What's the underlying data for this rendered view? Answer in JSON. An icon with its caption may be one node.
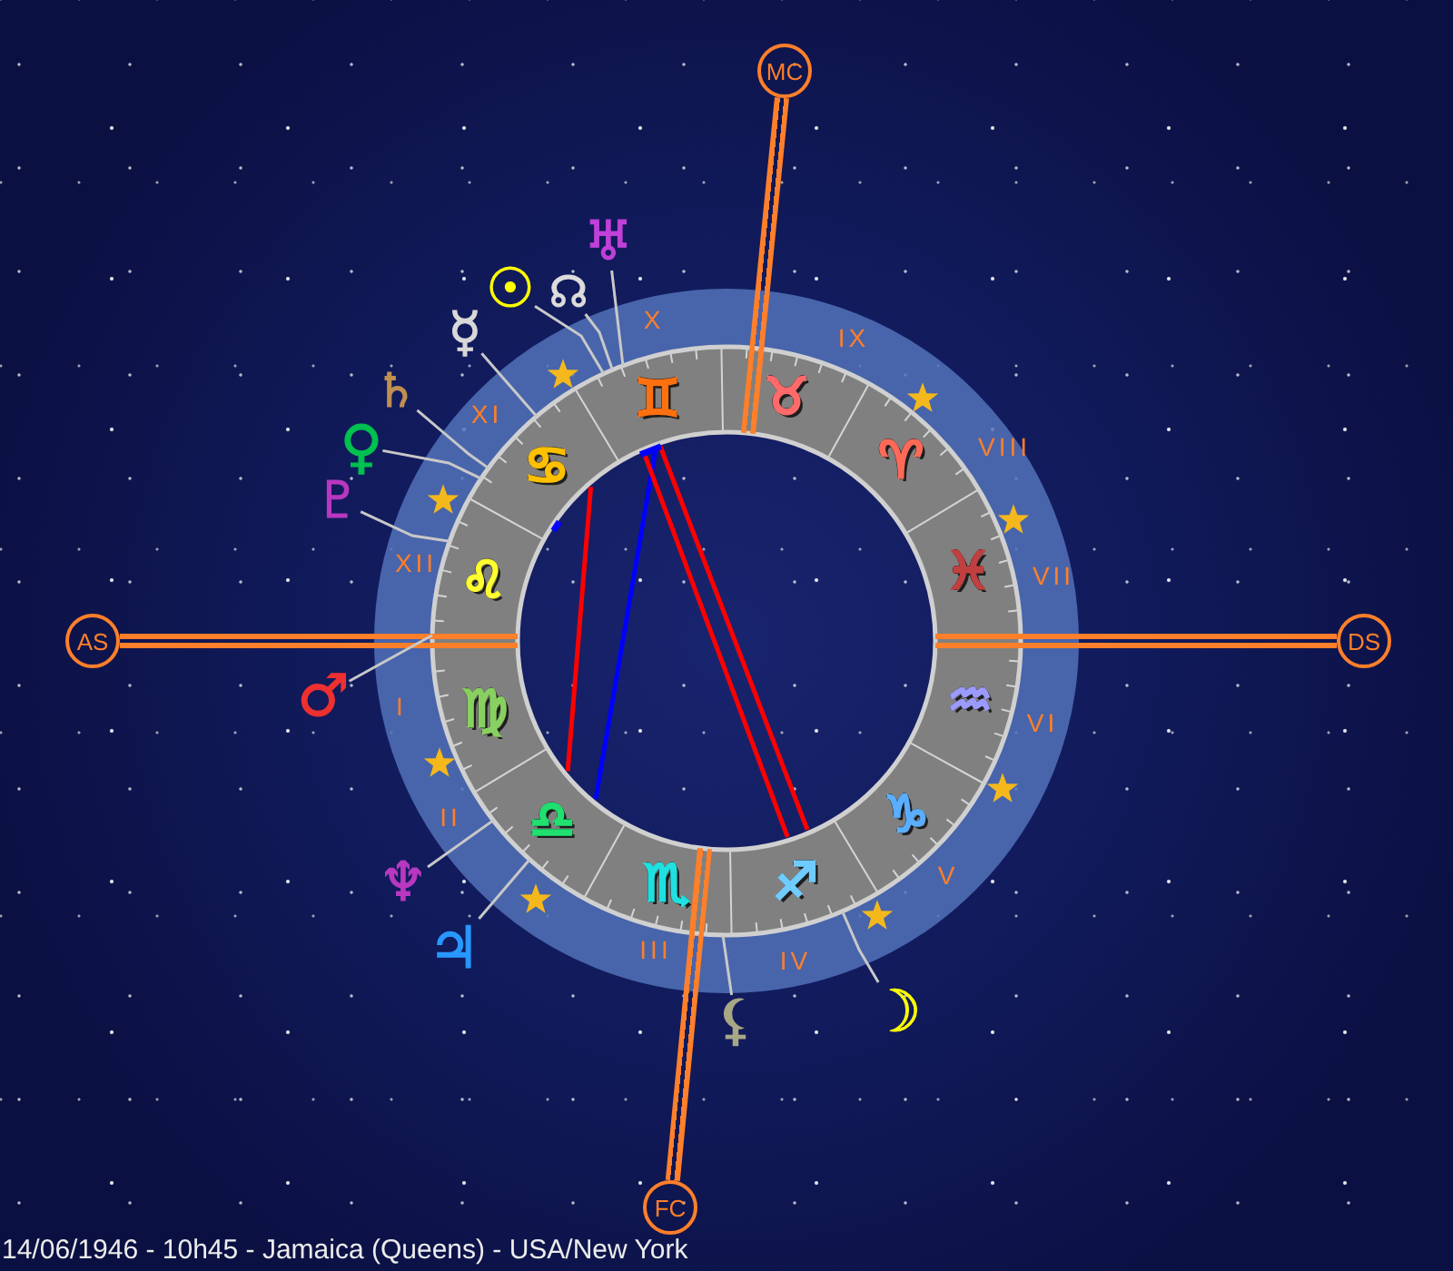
{
  "diagram": {
    "caption": "14/06/1946 - 10h45 - Jamaica (Queens) - USA/New York",
    "nodes": [
      {
        "text": [
          "MC"
        ]
      },
      {
        "text": [
          "♅"
        ]
      },
      {
        "text": [
          "☉"
        ]
      },
      {
        "text": [
          "☊"
        ]
      },
      {
        "text": [
          "☿"
        ]
      },
      {
        "text": [
          "♄"
        ]
      },
      {
        "text": [
          "♀"
        ]
      },
      {
        "text": [
          "♇"
        ]
      },
      {
        "text": [
          "AS"
        ]
      },
      {
        "text": [
          "♂"
        ]
      },
      {
        "text": [
          "DS"
        ]
      },
      {
        "text": [
          "♆"
        ]
      },
      {
        "text": [
          "♃"
        ]
      },
      {
        "text": [
          "⚸"
        ]
      },
      {
        "text": [
          "☽"
        ]
      },
      {
        "text": [
          "FC"
        ]
      }
    ],
    "edges": [
      {
        "from": 0,
        "to": null,
        "arrow": "none",
        "style": "thick",
        "color": "#ff7f2a"
      },
      {
        "from": 1,
        "to": null,
        "arrow": "none"
      },
      {
        "from": 2,
        "to": null,
        "arrow": "none"
      },
      {
        "from": 3,
        "to": null,
        "arrow": "none"
      },
      {
        "from": 4,
        "to": null,
        "arrow": "none"
      },
      {
        "from": 5,
        "to": null,
        "arrow": "none"
      },
      {
        "from": 6,
        "to": null,
        "arrow": "none"
      },
      {
        "from": 7,
        "to": null,
        "arrow": "none"
      },
      {
        "from": 8,
        "to": null,
        "arrow": "none",
        "style": "thick",
        "color": "#ff7f2a"
      },
      {
        "from": 9,
        "to": null,
        "arrow": "none"
      },
      {
        "from": 10,
        "to": null,
        "arrow": "none",
        "style": "thick",
        "color": "#ff7f2a"
      },
      {
        "from": 11,
        "to": null,
        "arrow": "none"
      },
      {
        "from": 12,
        "to": null,
        "arrow": "none"
      },
      {
        "from": 13,
        "to": null,
        "arrow": "none"
      },
      {
        "from": 14,
        "to": null,
        "arrow": "none"
      },
      {
        "from": 15,
        "to": null,
        "arrow": "none",
        "style": "thick",
        "color": "#ff7f2a"
      }
    ],
    "labels": [
      "X",
      "IX",
      "XI",
      "♊",
      "♉",
      "♋",
      "♈",
      "VIII",
      "XII",
      "♌",
      "♓",
      "VII",
      "I",
      "♍",
      "♒",
      "VI",
      "II",
      "♎",
      "♑",
      "♏",
      "♐",
      "V",
      "III",
      "IV"
    ]
  }
}
